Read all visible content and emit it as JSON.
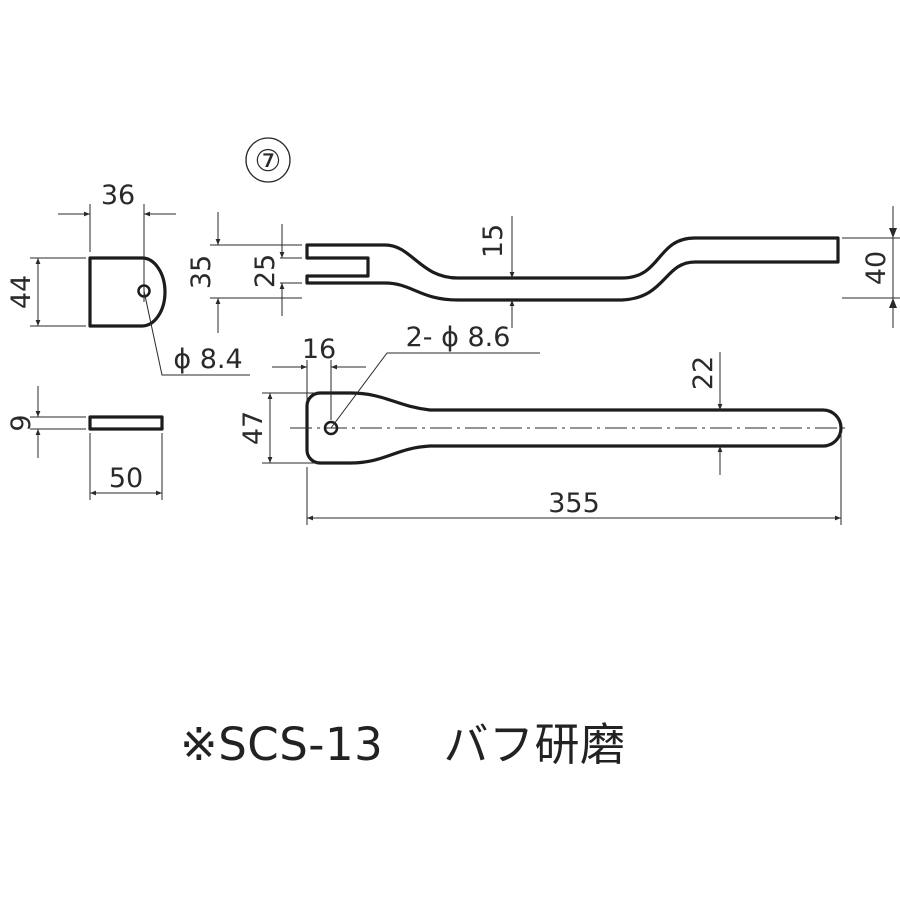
{
  "part": {
    "number": "⑦"
  },
  "dimensions": {
    "tab_width": "36",
    "tab_height": "44",
    "tab_hole": "ϕ 8.4",
    "thickness": "9",
    "plate_width": "50",
    "fork_outer": "35",
    "fork_inner": "25",
    "fork_depth": "15",
    "end_height": "40",
    "hole_offset": "16",
    "holes": "2- ϕ 8.6",
    "handle_width": "22",
    "head_width": "47",
    "overall_length": "355"
  },
  "note": {
    "text": "※SCS-13　 バフ研磨"
  }
}
